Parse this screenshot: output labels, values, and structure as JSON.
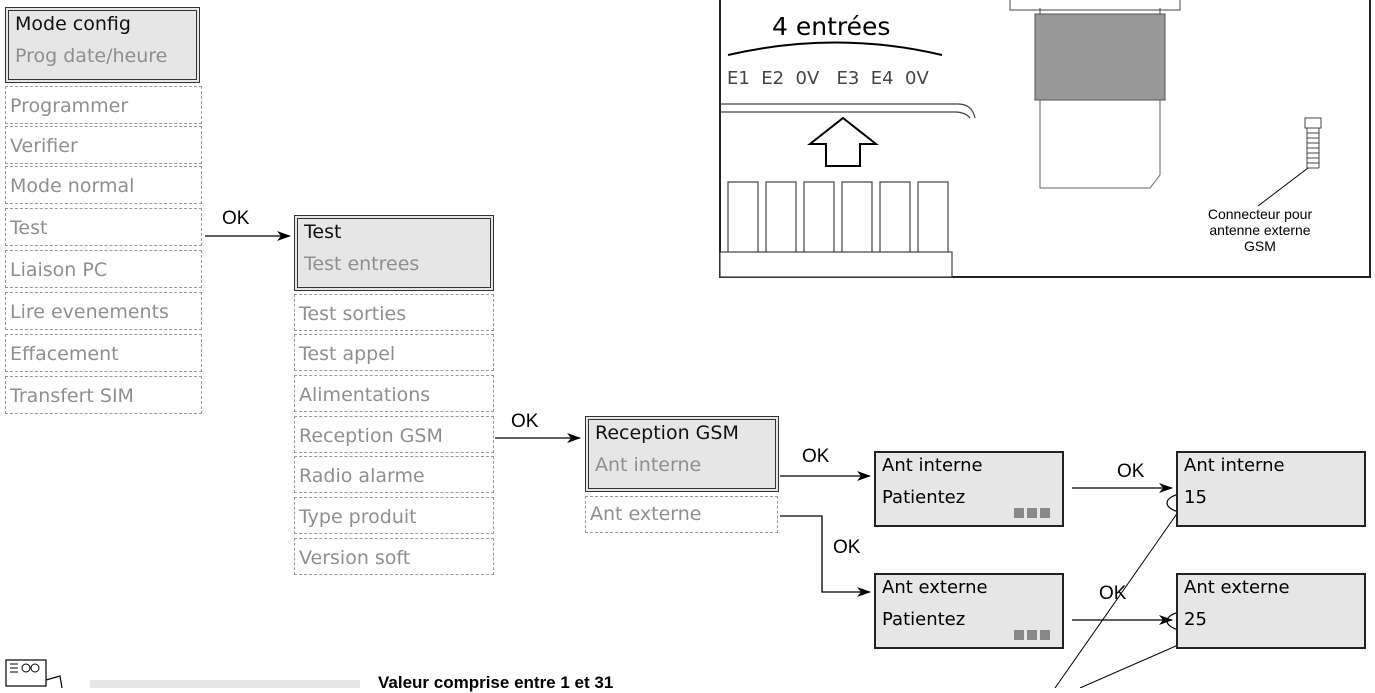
{
  "menu1": {
    "title": "Mode config",
    "selected": "Prog date/heure",
    "items": [
      "Programmer",
      "Verifier",
      "Mode normal",
      "Test",
      "Liaison PC",
      "Lire evenements",
      "Effacement",
      "Transfert SIM"
    ]
  },
  "menu2": {
    "title": "Test",
    "selected": "Test entrees",
    "items": [
      "Test sorties",
      "Test appel",
      "Alimentations",
      "Reception GSM",
      "Radio alarme",
      "Type produit",
      "Version soft"
    ]
  },
  "menu3": {
    "title": "Reception GSM",
    "selected": "Ant interne",
    "items": [
      "Ant externe"
    ]
  },
  "ok_label": "OK",
  "wait_internal": {
    "line1": "Ant interne",
    "line2": "Patientez"
  },
  "wait_external": {
    "line1": "Ant externe",
    "line2": "Patientez"
  },
  "result_internal": {
    "line1": "Ant interne",
    "value": "15"
  },
  "result_external": {
    "line1": "Ant externe",
    "value": "25"
  },
  "panel": {
    "inputs_title": "4 entrées",
    "terminals": "E1  E2  0V   E3  E4  0V",
    "connector_caption": [
      "Connecteur pour",
      "antenne externe",
      "GSM"
    ]
  },
  "note": "Valeur comprise entre 1 et 31"
}
